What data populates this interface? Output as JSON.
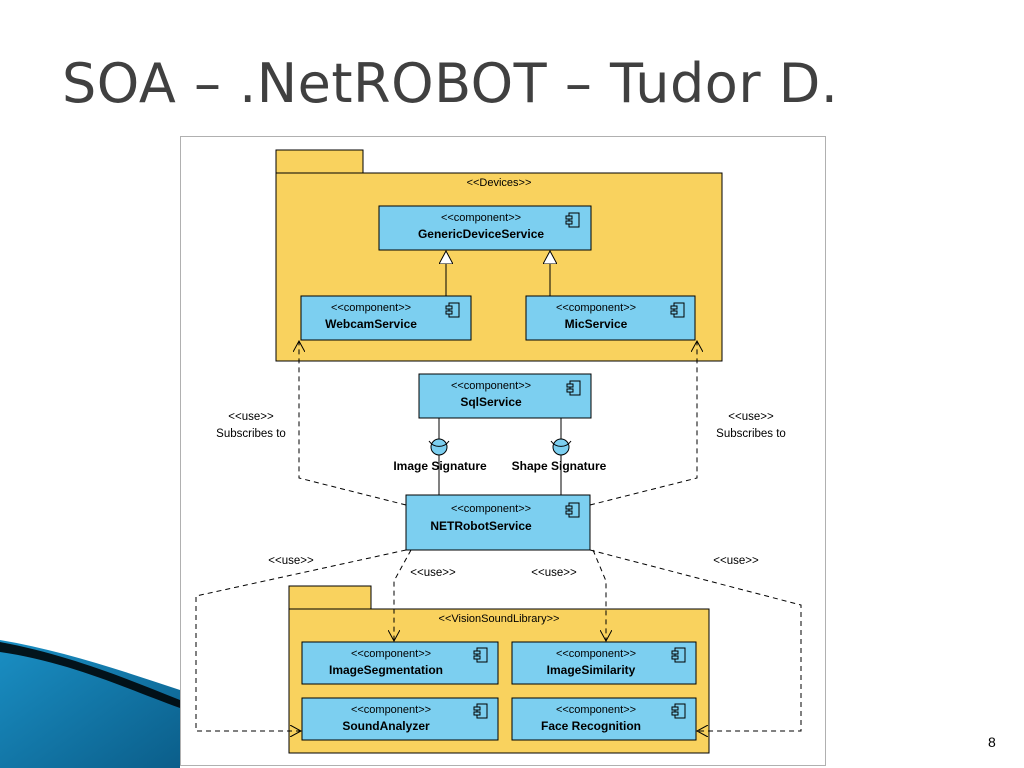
{
  "slide": {
    "title": "SOA – .NetROBOT – Tudor D.",
    "page_number": "8"
  },
  "diagram": {
    "devices_package": {
      "stereotype": "<<Devices>>"
    },
    "vision_package": {
      "stereotype": "<<VisionSoundLibrary>>"
    },
    "component_stereotype": "<<component>>",
    "components": {
      "generic_device_service": "GenericDeviceService",
      "webcam_service": "WebcamService",
      "mic_service": "MicService",
      "sql_service": "SqlService",
      "netrobot_service": "NETRobotService",
      "image_segmentation": "ImageSegmentation",
      "image_similarity": "ImageSimilarity",
      "sound_analyzer": "SoundAnalyzer",
      "face_recognition": "Face Recognition"
    },
    "interfaces": {
      "image_signature": "Image Signature",
      "shape_signature": "Shape Signature"
    },
    "labels": {
      "use": "<<use>>",
      "subscribes_to": "Subscribes to"
    },
    "colors": {
      "package_fill": "#f9d25e",
      "component_fill": "#7ccff0",
      "interface_fill": "#7ccff0",
      "title_text": "#404040"
    }
  }
}
